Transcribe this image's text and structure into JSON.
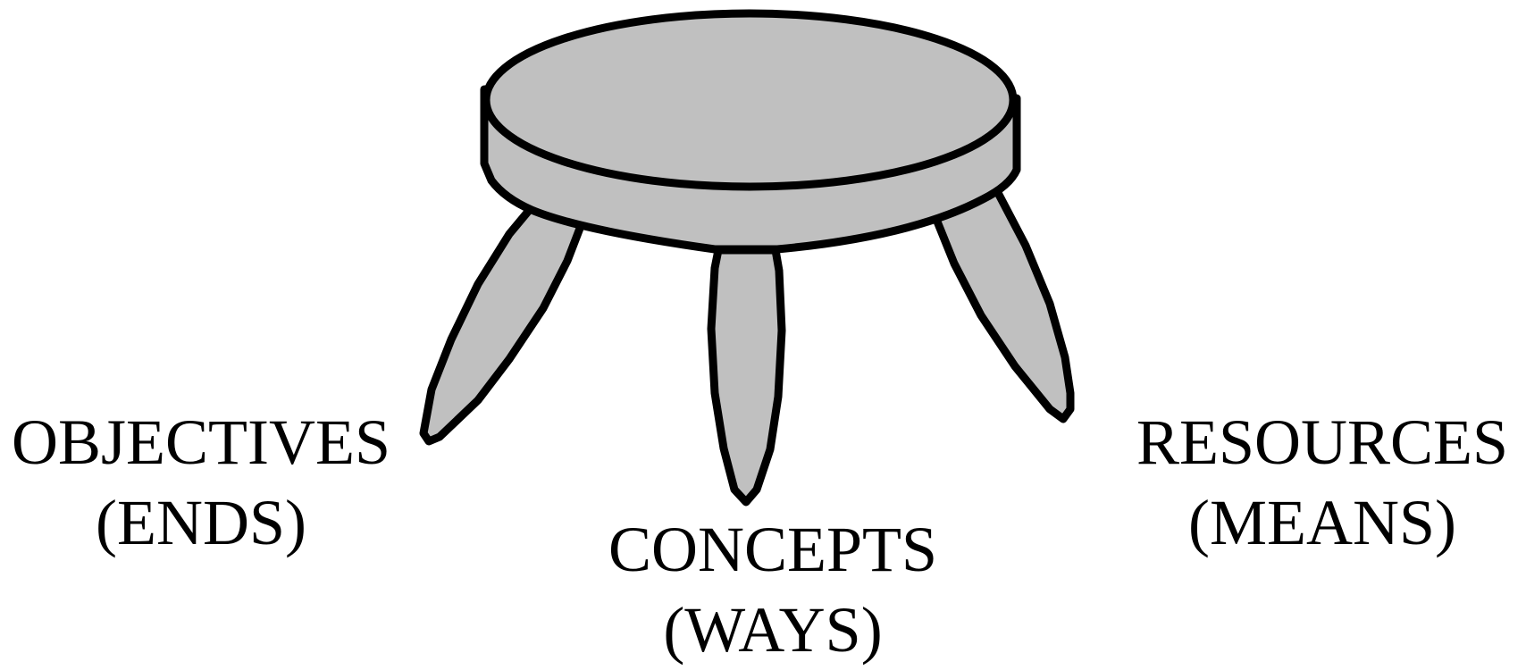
{
  "colors": {
    "fill": "#c0c0c0",
    "stroke": "#000000",
    "background": "#ffffff",
    "text": "#000000"
  },
  "legs": [
    {
      "title": "OBJECTIVES",
      "subtitle": "(ENDS)"
    },
    {
      "title": "CONCEPTS",
      "subtitle": "(WAYS)"
    },
    {
      "title": "RESOURCES",
      "subtitle": "(MEANS)"
    }
  ]
}
